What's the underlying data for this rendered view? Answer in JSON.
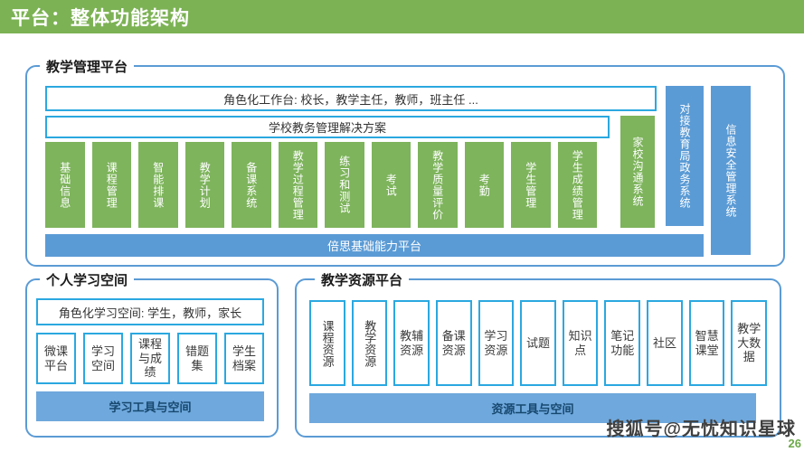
{
  "header": {
    "title": "平台：整体功能架构"
  },
  "management_platform": {
    "title": "教学管理平台",
    "workbench_bar": "角色化工作台: 校长，教学主任，教师，班主任 ...",
    "solution_bar": "学校教务管理解决方案",
    "modules": [
      "基础信息",
      "课程管理",
      "智能排课",
      "教学计划",
      "备课系统",
      "教学过程管理",
      "练习和测试",
      "考试",
      "教学质量评价",
      "考勤",
      "学生管理",
      "学生成绩管理"
    ],
    "home_school_module": "家校沟通系统",
    "side_systems": [
      "对接教育局政务系统",
      "信息安全管理系统"
    ],
    "base_bar": "倍思基础能力平台"
  },
  "personal_space": {
    "title": "个人学习空间",
    "role_bar": "角色化学习空间: 学生，教师，家长",
    "modules": [
      "微课平台",
      "学习空间",
      "课程与成绩",
      "错题集",
      "学生档案"
    ],
    "bottom_bar": "学习工具与空间"
  },
  "resource_platform": {
    "title": "教学资源平台",
    "modules": [
      "课程资源",
      "教学资源",
      "教辅资源",
      "备课资源",
      "学习资源",
      "试题",
      "知识点",
      "笔记功能",
      "社区",
      "智慧课堂",
      "教学大数据"
    ],
    "bottom_bar": "资源工具与空间"
  },
  "footer": {
    "watermark": "搜狐号@无忧知识星球",
    "page_number": "26"
  },
  "colors": {
    "header_green": "#7CB254",
    "module_green": "#7EB45C",
    "fill_blue": "#5B9BD5",
    "toolbar_blue": "#6FA8DC",
    "box_border_blue": "#2BA8E0",
    "panel_border_blue": "#5B9BD5",
    "page_number_green": "#6CA949"
  }
}
